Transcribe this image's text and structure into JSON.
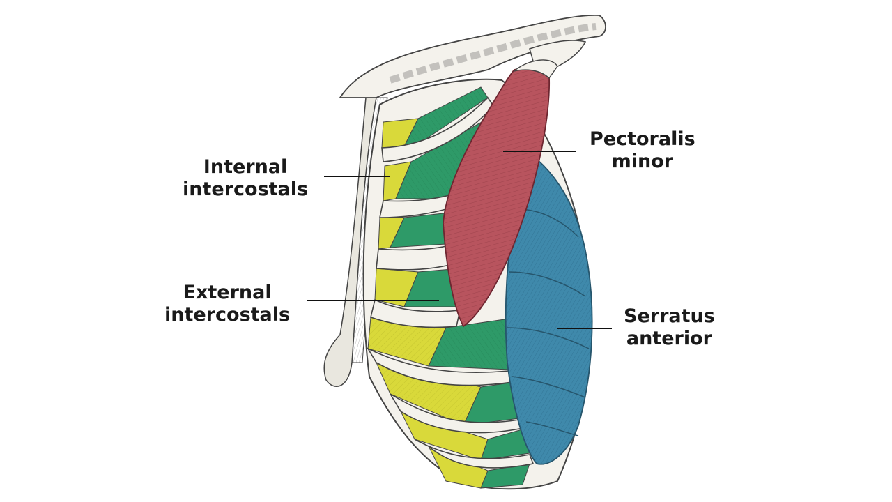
{
  "labels": {
    "internal_intercostals": {
      "line1": "Internal",
      "line2": "intercostals"
    },
    "external_intercostals": {
      "line1": "External",
      "line2": "intercostals"
    },
    "pectoralis_minor": {
      "line1": "Pectoralis",
      "line2": "minor"
    },
    "serratus_anterior": {
      "line1": "Serratus",
      "line2": "anterior"
    }
  },
  "colors": {
    "internal_intercostals": "#d9d93a",
    "external_intercostals": "#2e9a68",
    "pectoralis_minor": "#b8545e",
    "serratus_anterior": "#3f89ab",
    "bone": "#f4f2ec",
    "outline": "#444444"
  }
}
